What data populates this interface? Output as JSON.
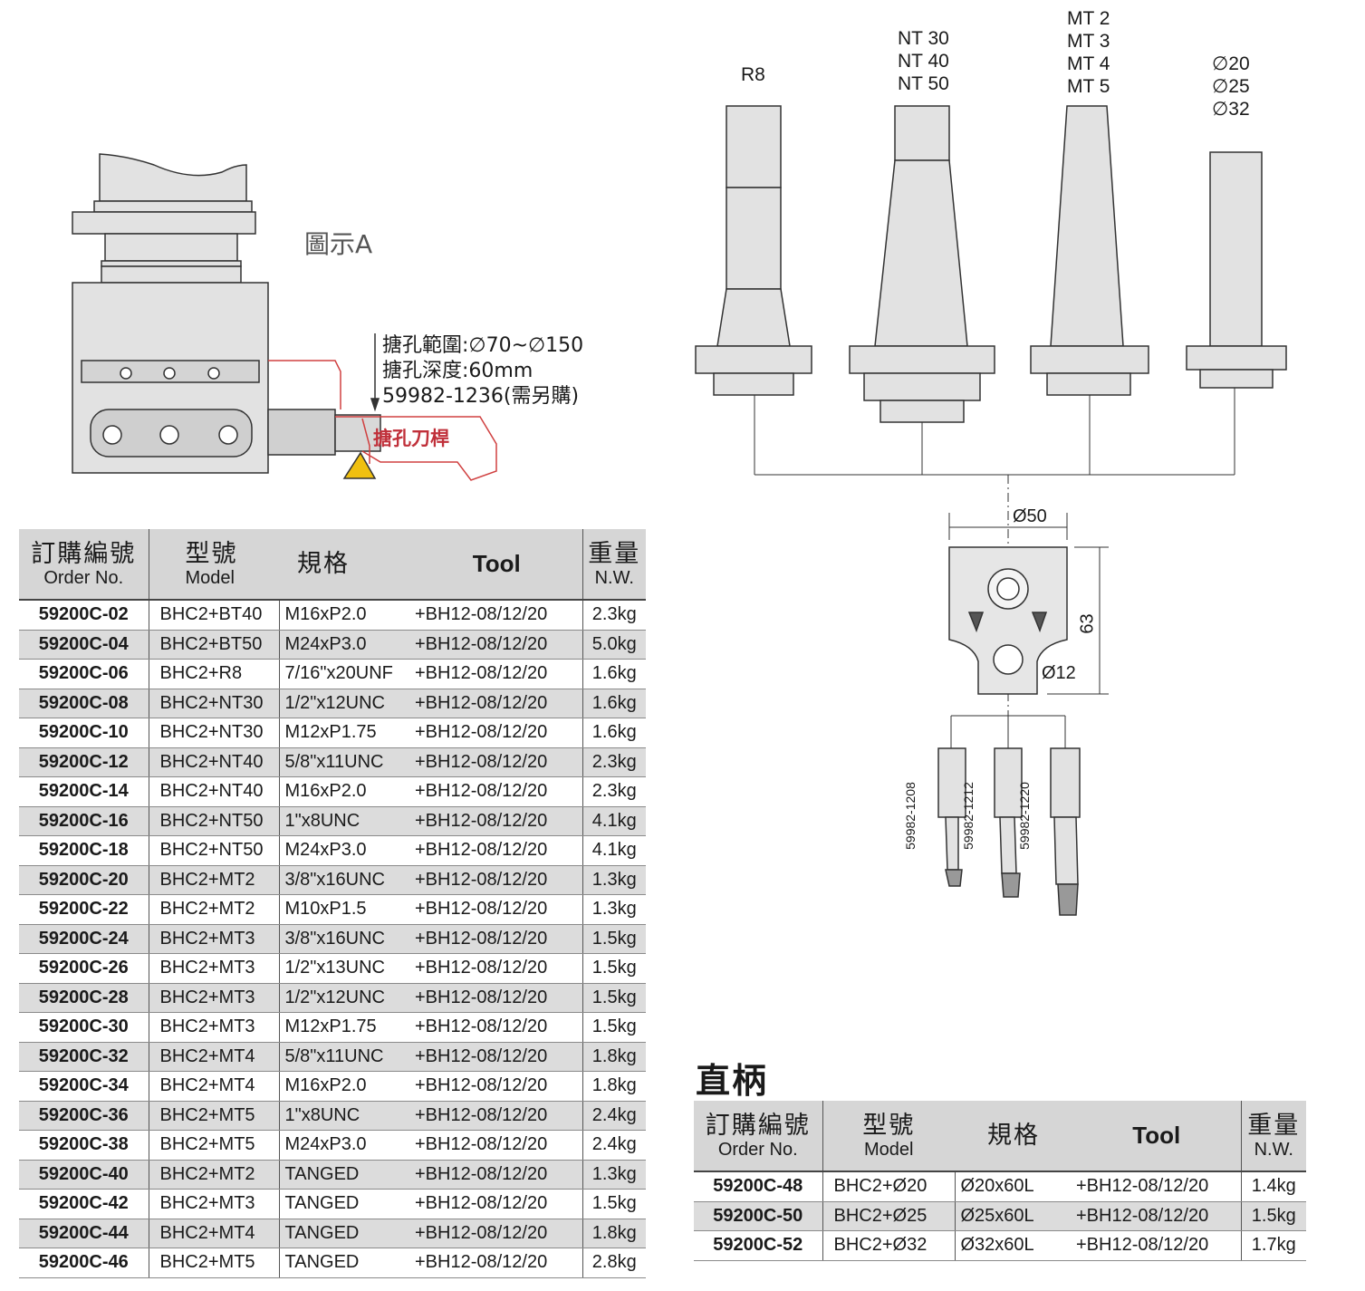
{
  "figure_a": {
    "caption": "圖示A",
    "notes": [
      "搪孔範圍:∅70~∅150",
      "搪孔深度:60mm",
      "59982-1236(需另購)"
    ],
    "bar_label": "搪孔刀桿"
  },
  "shanks": {
    "r8": [
      "R8"
    ],
    "nt": [
      "NT 30",
      "NT 40",
      "NT 50"
    ],
    "mt": [
      "MT 2",
      "MT 3",
      "MT 4",
      "MT 5"
    ],
    "straight": [
      "∅20",
      "∅25",
      "∅32"
    ]
  },
  "head": {
    "dia_label": "Ø50",
    "height_label": "63",
    "bore_label": "Ø12"
  },
  "bars": [
    "59982-1208",
    "59982-1212",
    "59982-1220"
  ],
  "table_headers": {
    "order_cn": "訂購編號",
    "order_en": "Order No.",
    "model_cn": "型號",
    "model_en": "Model",
    "spec_cn": "規格",
    "tool": "Tool",
    "weight_cn": "重量",
    "weight_en": "N.W."
  },
  "main_table": [
    {
      "order": "59200C-02",
      "model": "BHC2+BT40",
      "spec": "M16xP2.0",
      "tool": "+BH12-08/12/20",
      "nw": "2.3kg"
    },
    {
      "order": "59200C-04",
      "model": "BHC2+BT50",
      "spec": "M24xP3.0",
      "tool": "+BH12-08/12/20",
      "nw": "5.0kg"
    },
    {
      "order": "59200C-06",
      "model": "BHC2+R8",
      "spec": "7/16\"x20UNF",
      "tool": "+BH12-08/12/20",
      "nw": "1.6kg"
    },
    {
      "order": "59200C-08",
      "model": "BHC2+NT30",
      "spec": "1/2\"x12UNC",
      "tool": "+BH12-08/12/20",
      "nw": "1.6kg"
    },
    {
      "order": "59200C-10",
      "model": "BHC2+NT30",
      "spec": "M12xP1.75",
      "tool": "+BH12-08/12/20",
      "nw": "1.6kg"
    },
    {
      "order": "59200C-12",
      "model": "BHC2+NT40",
      "spec": "5/8\"x11UNC",
      "tool": "+BH12-08/12/20",
      "nw": "2.3kg"
    },
    {
      "order": "59200C-14",
      "model": "BHC2+NT40",
      "spec": "M16xP2.0",
      "tool": "+BH12-08/12/20",
      "nw": "2.3kg"
    },
    {
      "order": "59200C-16",
      "model": "BHC2+NT50",
      "spec": "1\"x8UNC",
      "tool": "+BH12-08/12/20",
      "nw": "4.1kg"
    },
    {
      "order": "59200C-18",
      "model": "BHC2+NT50",
      "spec": "M24xP3.0",
      "tool": "+BH12-08/12/20",
      "nw": "4.1kg"
    },
    {
      "order": "59200C-20",
      "model": "BHC2+MT2",
      "spec": "3/8\"x16UNC",
      "tool": "+BH12-08/12/20",
      "nw": "1.3kg"
    },
    {
      "order": "59200C-22",
      "model": "BHC2+MT2",
      "spec": "M10xP1.5",
      "tool": "+BH12-08/12/20",
      "nw": "1.3kg"
    },
    {
      "order": "59200C-24",
      "model": "BHC2+MT3",
      "spec": "3/8\"x16UNC",
      "tool": "+BH12-08/12/20",
      "nw": "1.5kg"
    },
    {
      "order": "59200C-26",
      "model": "BHC2+MT3",
      "spec": "1/2\"x13UNC",
      "tool": "+BH12-08/12/20",
      "nw": "1.5kg"
    },
    {
      "order": "59200C-28",
      "model": "BHC2+MT3",
      "spec": "1/2\"x12UNC",
      "tool": "+BH12-08/12/20",
      "nw": "1.5kg"
    },
    {
      "order": "59200C-30",
      "model": "BHC2+MT3",
      "spec": "M12xP1.75",
      "tool": "+BH12-08/12/20",
      "nw": "1.5kg"
    },
    {
      "order": "59200C-32",
      "model": "BHC2+MT4",
      "spec": "5/8\"x11UNC",
      "tool": "+BH12-08/12/20",
      "nw": "1.8kg"
    },
    {
      "order": "59200C-34",
      "model": "BHC2+MT4",
      "spec": "M16xP2.0",
      "tool": "+BH12-08/12/20",
      "nw": "1.8kg"
    },
    {
      "order": "59200C-36",
      "model": "BHC2+MT5",
      "spec": "1\"x8UNC",
      "tool": "+BH12-08/12/20",
      "nw": "2.4kg"
    },
    {
      "order": "59200C-38",
      "model": "BHC2+MT5",
      "spec": "M24xP3.0",
      "tool": "+BH12-08/12/20",
      "nw": "2.4kg"
    },
    {
      "order": "59200C-40",
      "model": "BHC2+MT2",
      "spec": "TANGED",
      "tool": "+BH12-08/12/20",
      "nw": "1.3kg"
    },
    {
      "order": "59200C-42",
      "model": "BHC2+MT3",
      "spec": "TANGED",
      "tool": "+BH12-08/12/20",
      "nw": "1.5kg"
    },
    {
      "order": "59200C-44",
      "model": "BHC2+MT4",
      "spec": "TANGED",
      "tool": "+BH12-08/12/20",
      "nw": "1.8kg"
    },
    {
      "order": "59200C-46",
      "model": "BHC2+MT5",
      "spec": "TANGED",
      "tool": "+BH12-08/12/20",
      "nw": "2.8kg"
    }
  ],
  "straight_section_title": "直柄",
  "straight_table": [
    {
      "order": "59200C-48",
      "model": "BHC2+Ø20",
      "spec": "Ø20x60L",
      "tool": "+BH12-08/12/20",
      "nw": "1.4kg"
    },
    {
      "order": "59200C-50",
      "model": "BHC2+Ø25",
      "spec": "Ø25x60L",
      "tool": "+BH12-08/12/20",
      "nw": "1.5kg"
    },
    {
      "order": "59200C-52",
      "model": "BHC2+Ø32",
      "spec": "Ø32x60L",
      "tool": "+BH12-08/12/20",
      "nw": "1.7kg"
    }
  ]
}
